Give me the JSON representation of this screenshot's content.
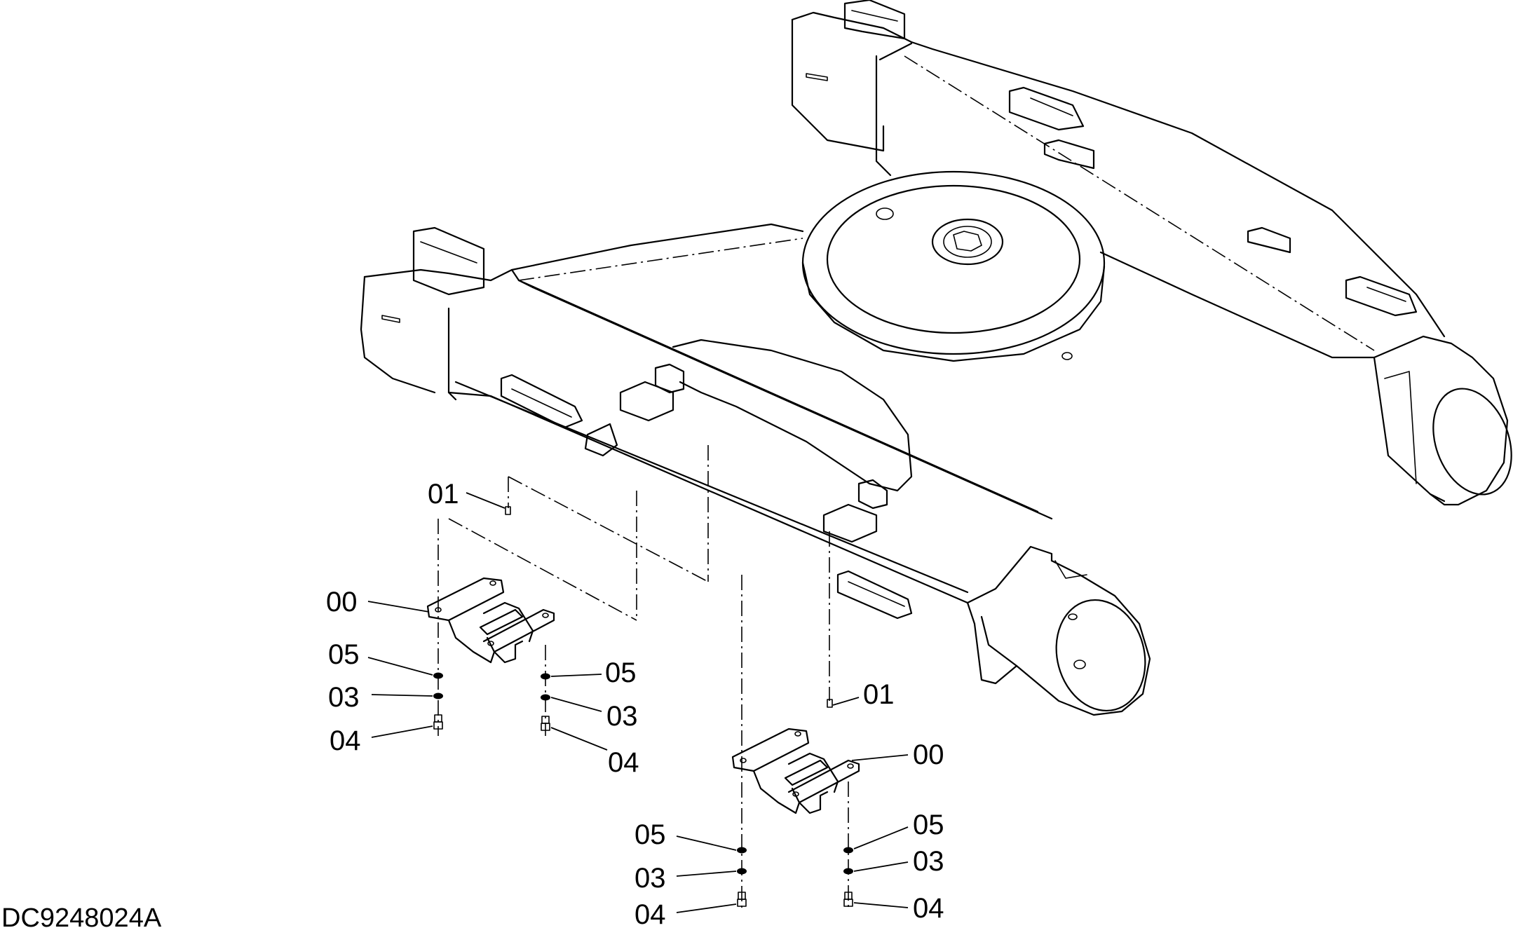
{
  "drawing_number": "DC9248024A",
  "callouts": {
    "c01_left": "01",
    "c01_right": "01",
    "c00_left": "00",
    "c00_right": "00",
    "c05_a": "05",
    "c03_a": "03",
    "c04_a": "04",
    "c05_b": "05",
    "c03_b": "03",
    "c04_b": "04",
    "c05_c": "05",
    "c03_c": "03",
    "c04_c": "04",
    "c05_d": "05",
    "c03_d": "03",
    "c04_d": "04"
  }
}
